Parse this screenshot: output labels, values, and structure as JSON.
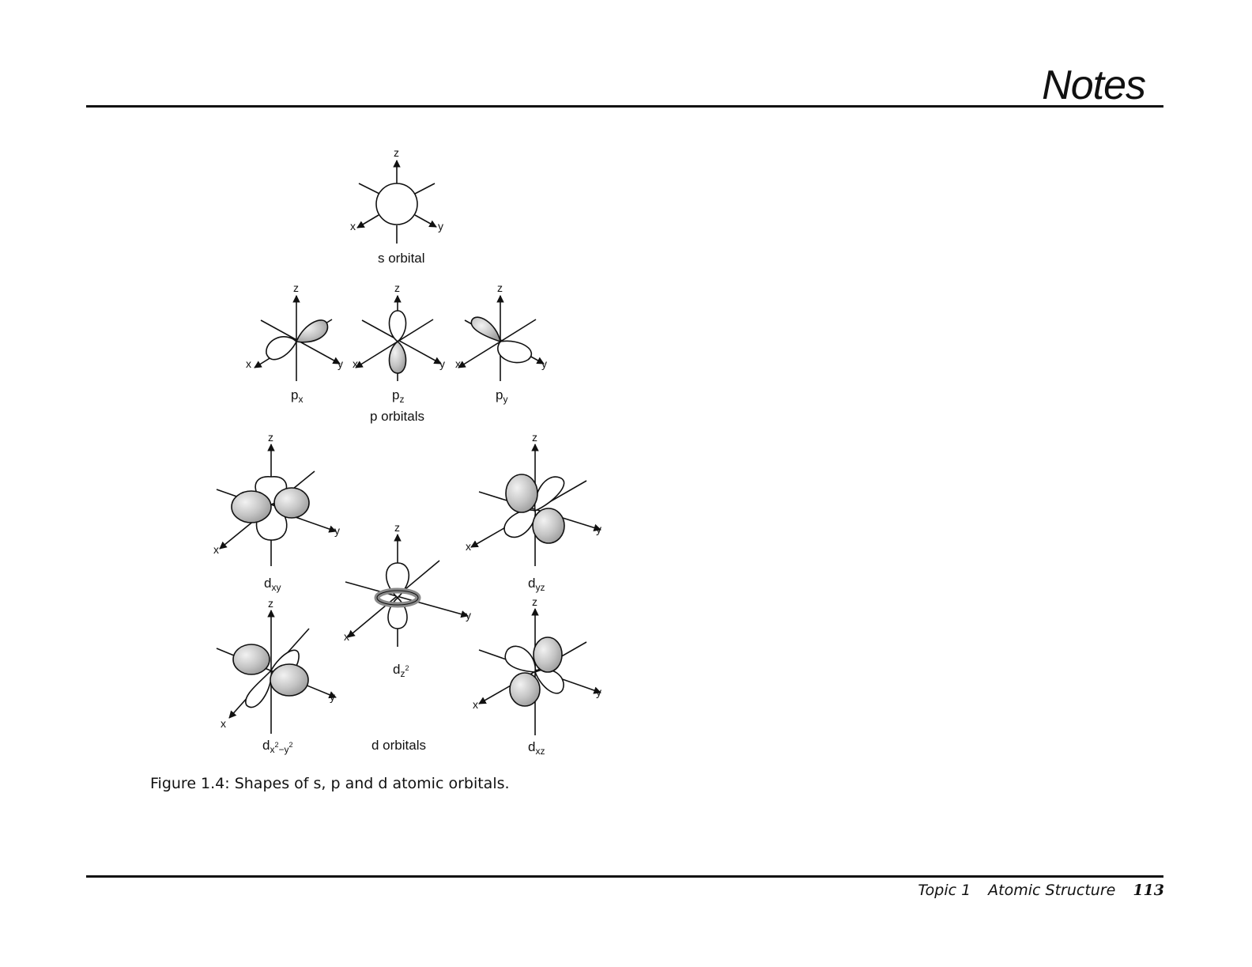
{
  "header": {
    "title": "Notes"
  },
  "figure": {
    "s_title": "s orbital",
    "p_title": "p orbitals",
    "d_title": "d orbitals",
    "axis": {
      "x": "x",
      "y": "y",
      "z": "z"
    },
    "orbitals": {
      "px": {
        "base": "p",
        "sub": "x"
      },
      "pz": {
        "base": "p",
        "sub": "z"
      },
      "py": {
        "base": "p",
        "sub": "y"
      },
      "dxy": {
        "base": "d",
        "sub": "xy"
      },
      "dyz": {
        "base": "d",
        "sub": "yz"
      },
      "dz2": {
        "base": "d",
        "sub": "z",
        "sup": "2"
      },
      "dx2y2": {
        "base": "d",
        "sub1": "x",
        "sup1": "2",
        "sub2": "−y",
        "sup2": "2"
      },
      "dxz": {
        "base": "d",
        "sub": "xz"
      }
    },
    "caption": "Figure 1.4: Shapes of s, p and d atomic orbitals."
  },
  "footer": {
    "topic": "Topic 1",
    "chapter": "Atomic Structure",
    "page": "113"
  },
  "colors": {
    "ink": "#111111",
    "lobe_fill": "#b8b8b8",
    "lobe_highlight": "#f2f2f2"
  }
}
